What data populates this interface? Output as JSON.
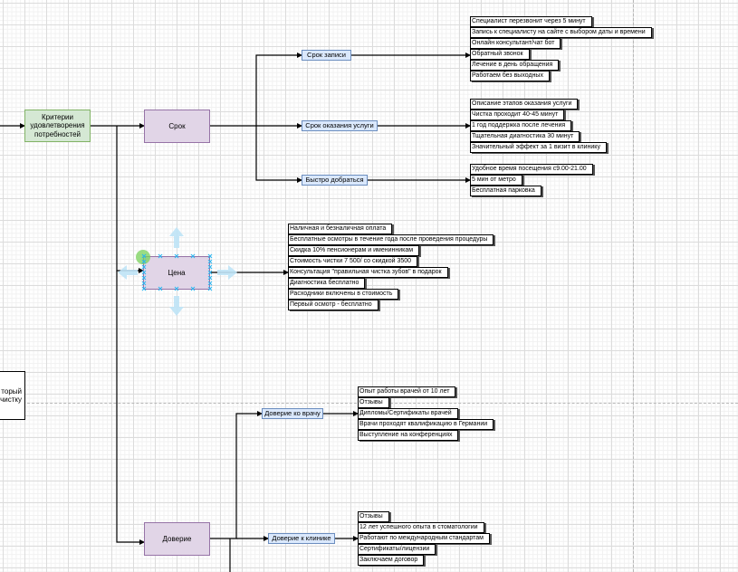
{
  "diagram": {
    "root_partial_text": [
      "торый",
      "чистку"
    ],
    "criteria": "Критерии удовлетворения потребностей",
    "categories": [
      {
        "id": "srok",
        "label": "Срок",
        "subgroups": [
          {
            "label": "Срок записи",
            "items": [
              "Специалист перезвонит через 5 минут",
              "Запись к специалисту на сайте с выбором даты и времени",
              "Онлайн консультант/чат бот",
              "Обратный звонок",
              "Лечение в день обращения",
              "Работаем без выходных"
            ]
          },
          {
            "label": "Срок оказания услуги",
            "items": [
              "Описание этапов оказания услуги",
              "Чистка проходит 40-45 минут",
              "1 год поддержка после лечения",
              "Тщательная диагностика 30 минут",
              "Значительный эффект за 1 визит в клинику"
            ]
          },
          {
            "label": "Быстро добраться",
            "items": [
              "Удобное время посещения с9.00-21.00",
              "5 мин от метро",
              "Бесплатная парковка"
            ]
          }
        ]
      },
      {
        "id": "cena",
        "label": "Цена",
        "items": [
          "Наличная и безналичная оплата",
          "Бесплатные осмотры в течение года после проведения процедуры",
          "Скидка 10% пенсионерам и именинникам",
          "Стоимость чистки 7 500/ со скидкой 3500",
          "Консультация \"правильная чистка зубов\" в подарок",
          "Диагностика бесплатно",
          "Расходники включены в стоимость",
          "Первый осмотр - бесплатно"
        ]
      },
      {
        "id": "doverie",
        "label": "Доверие",
        "subgroups": [
          {
            "label": "Доверие ко врачу",
            "items": [
              "Опыт работы врачей от 10 лет",
              "Отзывы",
              "Дипломы/Сертификаты врачей",
              "Врачи проходят квалификацию в Германии",
              "Выступление на конференциях"
            ]
          },
          {
            "label": "Доверие к клинике",
            "items": [
              "Отзывы",
              "12 лет успешного опыта в стоматологии",
              "Работают по международным стандартам",
              "Сертификаты/лицензии",
              "Заключаем договор"
            ]
          }
        ]
      }
    ]
  },
  "colors": {
    "criteria_fill": "#d5e8d4",
    "criteria_stroke": "#82b366",
    "category_fill": "#e1d5e7",
    "category_stroke": "#9673a6",
    "subgroup_fill": "#dae8fc",
    "subgroup_stroke": "#6c8ebf",
    "selection": "#29b6f2"
  }
}
